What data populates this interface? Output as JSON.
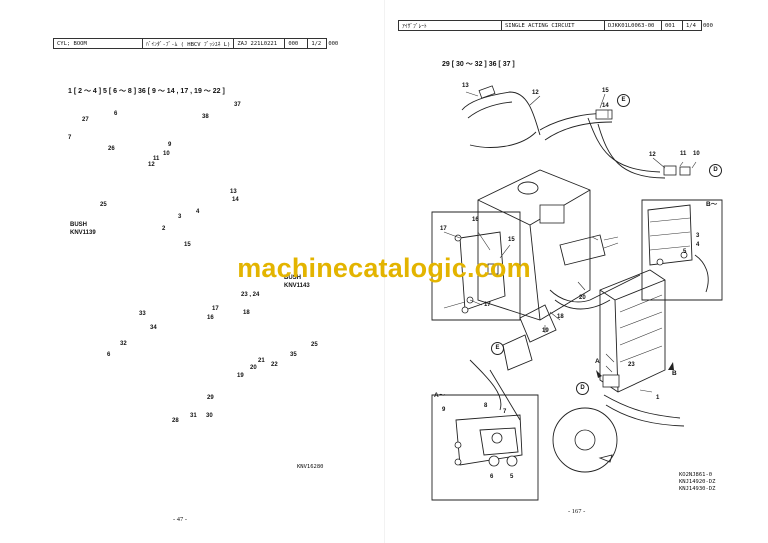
{
  "left_page": {
    "header": {
      "model": "CYL; BOOM",
      "title": "ﾊﾞｲﾝﾀﾞ-ﾌﾞ-ﾑ ( HBCV ﾌﾞｯｼﾕﾈ L)",
      "code": "ZAJ 221L0221",
      "num": "000",
      "page": "1/2",
      "rev": "000"
    },
    "seq_label": "1 [ 2 ～ 4 ]   5 [ 6 ～ 8 ]   36 [ 9 ～ 14 , 17 , 19 ～ 22 ]",
    "bush_label_1": "BUSH",
    "bush_ref_1": "KNV1139",
    "bush_label_2": "BUSH",
    "bush_ref_2": "KNV1143",
    "drawing_ref": "KNV16280",
    "page_number": "- 47 -",
    "callouts": [
      "37",
      "38",
      "27",
      "6",
      "7",
      "26",
      "9",
      "10",
      "11",
      "12",
      "3",
      "13",
      "14",
      "4",
      "2",
      "25",
      "15",
      "33",
      "34",
      "32",
      "6",
      "23 , 24",
      "16",
      "17",
      "18",
      "21",
      "20",
      "19",
      "22",
      "35",
      "25",
      "29",
      "31",
      "30",
      "28"
    ]
  },
  "right_page": {
    "header": {
      "model": "ｱｲｻﾞﾌﾞﾚｰﾄ",
      "title": "SINGLE ACTING CIRCUIT",
      "code": "DJKK01L0063-00",
      "num": "001",
      "page": "1/4",
      "rev": "000"
    },
    "seq_label": "29 [ 30 ～ 32 ]  36 [ 37 ]",
    "detail_b": "B～",
    "detail_a": "A～",
    "marker_a": "A",
    "marker_b": "B",
    "page_number": "- 167 -",
    "doc_refs": [
      "KO2NJ861-0",
      "KNJ14920-DZ",
      "KNJ14930-DZ"
    ],
    "circle_d": "D",
    "circle_e": "E",
    "callouts": [
      "13",
      "12",
      "15",
      "14",
      "12",
      "11",
      "10",
      "17",
      "16",
      "15",
      "17",
      "19",
      "18",
      "20",
      "3",
      "4",
      "5",
      "23",
      "1",
      "9",
      "8",
      "7",
      "6",
      "5"
    ]
  },
  "watermark": "machinecatalogic.com"
}
